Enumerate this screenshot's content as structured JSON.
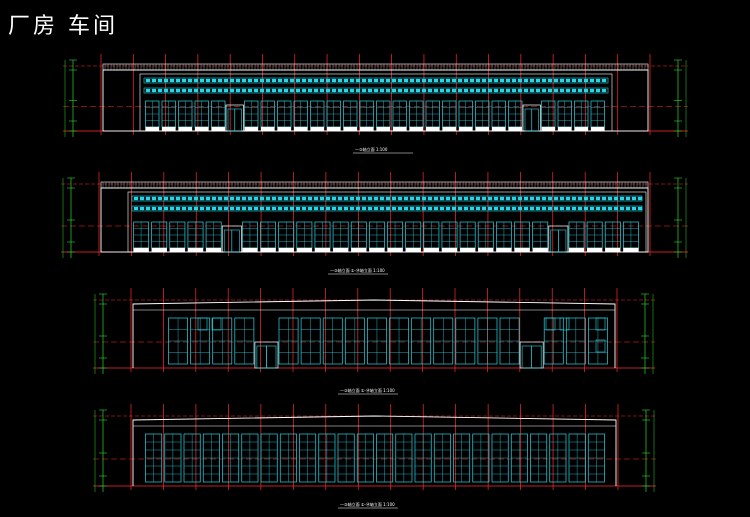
{
  "title": "厂房 车间",
  "colors": {
    "background": "#000000",
    "outline": "#ffffff",
    "axis": "#ff2a2a",
    "glass": "#27d6e6",
    "dimension": "#2bd62b",
    "text": "#ffffff"
  },
  "elevations": [
    {
      "id": "elevation-1",
      "caption": "—③轴立面 1:100",
      "bays": 28,
      "windowRows": 3,
      "doors": 2,
      "type": "long"
    },
    {
      "id": "elevation-2",
      "caption": "—③轴立面 ①-⑭轴立面 1:100",
      "bays": 28,
      "windowRows": 3,
      "doors": 2,
      "type": "long"
    },
    {
      "id": "elevation-3",
      "caption": "—③轴立面 ①-⑭轴立面 1:100",
      "bays": 20,
      "windowRows": 2,
      "doors": 2,
      "type": "short"
    },
    {
      "id": "elevation-4",
      "caption": "—③轴立面 ①-⑭轴立面 1:100",
      "bays": 24,
      "windowRows": 1,
      "doors": 0,
      "type": "short"
    }
  ]
}
